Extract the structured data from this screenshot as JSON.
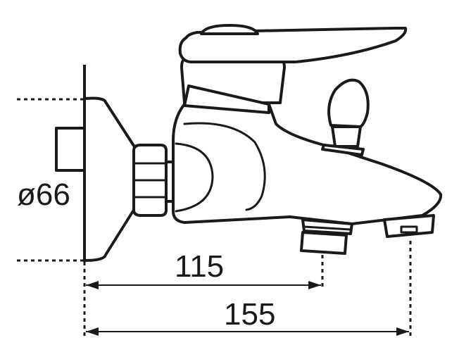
{
  "dimensions": {
    "diameter": "ø66",
    "depth_short": "115",
    "depth_long": "155"
  },
  "colors": {
    "ink": "#1a1a1a",
    "paper": "#ffffff"
  }
}
